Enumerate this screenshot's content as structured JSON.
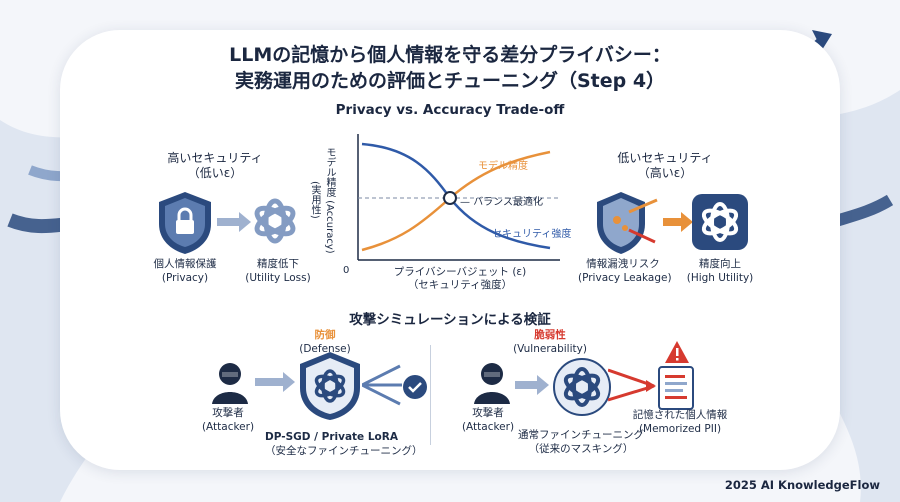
{
  "title_line1": "LLMの記憶から個人情報を守る差分プライバシー：",
  "title_line2": "実務運用のための評価とチューニング（Step 4）",
  "tradeoff": {
    "heading": "Privacy vs. Accuracy Trade-off",
    "left_title": "高いセキュリティ",
    "left_sub": "（低いε）",
    "privacy_label": "個人情報保護",
    "privacy_en": "(Privacy)",
    "utility_loss_label": "精度低下",
    "utility_loss_en": "(Utility Loss)",
    "right_title": "低いセキュリティ",
    "right_sub": "（高いε）",
    "leak_label": "情報漏洩リスク",
    "leak_en": "(Privacy Leakage)",
    "high_util_label": "精度向上",
    "high_util_en": "(High Utility)"
  },
  "chart_data": {
    "type": "line",
    "xlabel": "プライバシーバジェット (ε)",
    "xlabel2": "（セキュリティ強度）",
    "ylabel": "モデル精度 (Accuracy) (実用性)",
    "origin_label": "0",
    "series": [
      {
        "name": "モデル精度",
        "color": "#e8913a"
      },
      {
        "name": "セキュリティ強度",
        "color": "#2f5aa8"
      }
    ],
    "annotation": "バランス最適化"
  },
  "attack": {
    "heading": "攻撃シミュレーションによる検証",
    "defense_jp": "防御",
    "defense_en": "(Defense)",
    "attacker_label": "攻撃者",
    "attacker_en": "(Attacker)",
    "dp_label": "DP-SGD / Private LoRA",
    "dp_sub": "（安全なファインチューニング）",
    "vuln_jp": "脆弱性",
    "vuln_en": "(Vulnerability)",
    "attacker2_label": "攻撃者",
    "attacker2_en": "(Attacker)",
    "normal_label": "通常ファインチューニング",
    "normal_sub": "（従来のマスキング）",
    "memorized_label": "記憶された個人情報",
    "memorized_en": "(Memorized PII)"
  },
  "footer": "2025 AI KnowledgeFlow",
  "colors": {
    "navy": "#2b4a7e",
    "orange": "#e8913a",
    "blue": "#2f5aa8",
    "red": "#d63a2f"
  },
  "icons": [
    "shield-lock-icon",
    "openai-knot-icon",
    "arrow-right-icon",
    "shield-leak-icon",
    "hacker-icon",
    "shield-knot-icon",
    "check-circle-icon",
    "document-icon",
    "warning-icon"
  ]
}
